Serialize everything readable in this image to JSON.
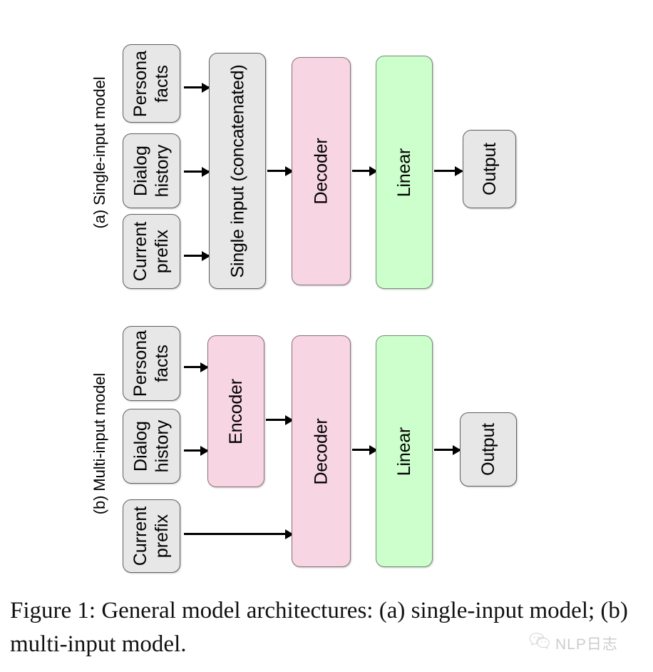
{
  "figure": {
    "caption": "Figure 1: General model architectures: (a) single-input model; (b) multi-input model.",
    "colors": {
      "gray_fill": "#E7E7E7",
      "pink_fill": "#F7D5E2",
      "green_fill": "#CCFFCC",
      "stroke": "#5A5A5A",
      "arrow": "#000000",
      "background": "#FFFFFF"
    }
  },
  "panels": [
    {
      "id": "a",
      "label": "(a) Single-input model",
      "inputs": [
        {
          "line1": "Persona",
          "line2": "facts"
        },
        {
          "line1": "Dialog",
          "line2": "history"
        },
        {
          "line1": "Current",
          "line2": "prefix"
        }
      ],
      "blocks": [
        {
          "label": "Single input (concatenated)",
          "color": "gray"
        },
        {
          "label": "Decoder",
          "color": "pink"
        },
        {
          "label": "Linear",
          "color": "green"
        },
        {
          "label": "Output",
          "color": "gray"
        }
      ]
    },
    {
      "id": "b",
      "label": "(b) Multi-input model",
      "inputs": [
        {
          "line1": "Persona",
          "line2": "facts"
        },
        {
          "line1": "Dialog",
          "line2": "history"
        },
        {
          "line1": "Current",
          "line2": "prefix"
        }
      ],
      "blocks": [
        {
          "label": "Encoder",
          "color": "pink"
        },
        {
          "label": "Decoder",
          "color": "pink"
        },
        {
          "label": "Linear",
          "color": "green"
        },
        {
          "label": "Output",
          "color": "gray"
        }
      ]
    }
  ],
  "watermark": {
    "text": "NLP日志",
    "icon": "wechat-icon"
  }
}
